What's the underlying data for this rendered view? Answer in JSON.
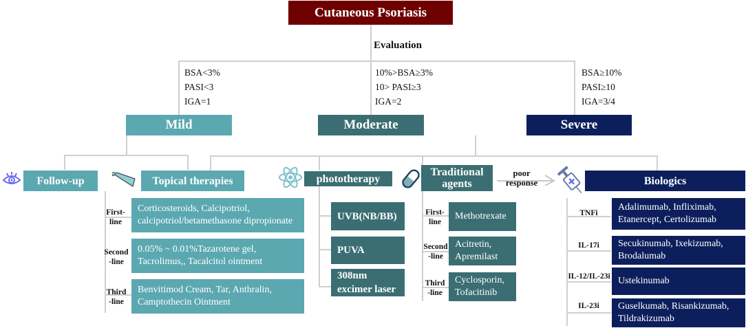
{
  "title": "Cutaneous Psoriasis",
  "evaluation_label": "Evaluation",
  "severity": [
    {
      "name": "Mild",
      "criteria": [
        "BSA<3%",
        "PASI<3",
        "IGA=1"
      ],
      "color": "#5ba8b1"
    },
    {
      "name": "Moderate",
      "criteria": [
        "10%>BSA≥3%",
        "10> PASI≥3",
        "IGA=2"
      ],
      "color": "#3b6e72"
    },
    {
      "name": "Severe",
      "criteria": [
        "BSA≥10%",
        "PASI≥10",
        "IGA=3/4"
      ],
      "color": "#0c1f5c"
    }
  ],
  "categories": {
    "followup": {
      "label": "Follow-up",
      "icon": "eye-icon"
    },
    "topical": {
      "label": "Topical therapies",
      "icon": "ointment-tube-icon",
      "lines": [
        {
          "label_1": "First-",
          "label_2": "line",
          "text_1": "Corticosteroids, Calcipotriol,",
          "text_2": "calcipotriol/betamethasone dipropionate"
        },
        {
          "label_1": "Second",
          "label_2": "-line",
          "text_1": "0.05% ~ 0.01%Tazarotene gel,",
          "text_2": "Tacrolimus,, Tacalcitol ointment"
        },
        {
          "label_1": "Third",
          "label_2": "-line",
          "text_1": "Benvitimod Cream, Tar, Anthralin,",
          "text_2": "Camptothecin Ointment"
        }
      ]
    },
    "phototherapy": {
      "label": "phototherapy",
      "icon": "atom-icon",
      "items": [
        {
          "text_1": "UVB(NB/BB)",
          "text_2": ""
        },
        {
          "text_1": "PUVA",
          "text_2": ""
        },
        {
          "text_1": "308nm",
          "text_2": "excimer laser"
        }
      ]
    },
    "traditional": {
      "label_1": "Traditional",
      "label_2": "agents",
      "icon": "pill-capsule-icon",
      "lines": [
        {
          "label_1": "First-",
          "label_2": "line",
          "text_1": "Methotrexate",
          "text_2": ""
        },
        {
          "label_1": "Second",
          "label_2": "-line",
          "text_1": "Acitretin,",
          "text_2": "Apremilast"
        },
        {
          "label_1": "Third",
          "label_2": "-line",
          "text_1": "Cyclosporin,",
          "text_2": "Tofacitinib"
        }
      ]
    },
    "arrow": {
      "label_1": "poor",
      "label_2": "response"
    },
    "biologics": {
      "label": "Biologics",
      "icon": "syringe-icon",
      "classes": [
        {
          "label": "TNFi",
          "text_1": "Adalimumab, Infliximab,",
          "text_2": "Etanercept, Certolizumab"
        },
        {
          "label": "IL-17i",
          "text_1": "Secukinumab, Ixekizumab,",
          "text_2": "Brodalumab"
        },
        {
          "label": "IL-12/IL-23i",
          "text_1": "Ustekinumab",
          "text_2": ""
        },
        {
          "label": "IL-23i",
          "text_1": "Guselkumab, Risankizumab,",
          "text_2": "Tildrakizumab"
        }
      ]
    }
  },
  "colors": {
    "title": "#6e0000",
    "mild": "#5ba8b1",
    "moderate": "#3b6e72",
    "severe": "#0c1f5c",
    "connector": "#cfcfcf"
  }
}
